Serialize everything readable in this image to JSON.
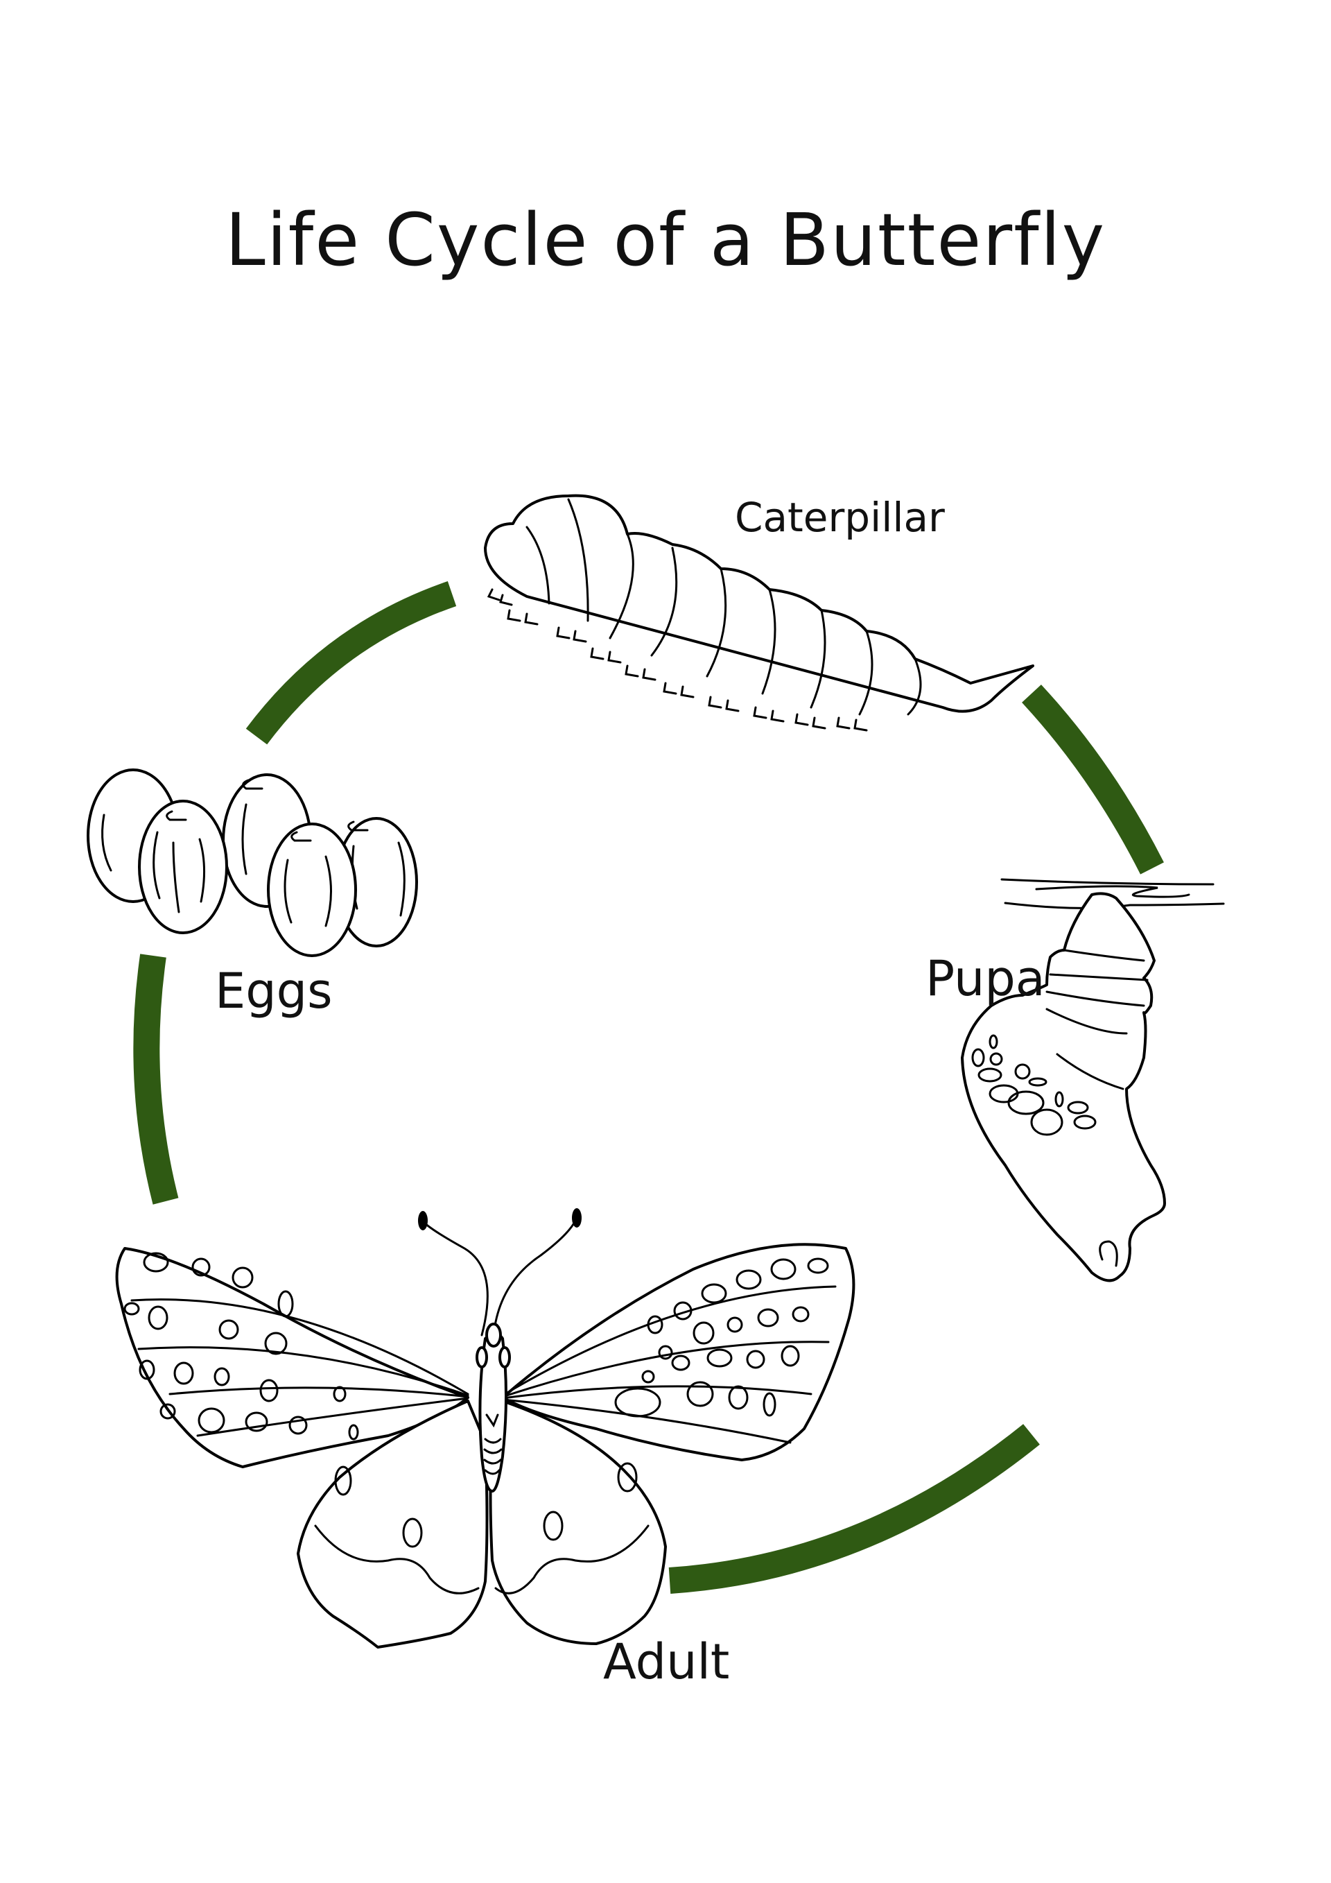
{
  "title": "Life Cycle of a Butterfly",
  "stages": {
    "eggs": {
      "label": "Eggs",
      "icon": "eggs-drawing"
    },
    "caterpillar": {
      "label": "Caterpillar",
      "icon": "caterpillar-drawing"
    },
    "pupa": {
      "label": "Pupa",
      "icon": "chrysalis-drawing"
    },
    "adult": {
      "label": "Adult",
      "icon": "butterfly-drawing"
    }
  },
  "cycle_order": [
    "Eggs",
    "Caterpillar",
    "Pupa",
    "Adult"
  ],
  "colors": {
    "arc": "#2f5a13",
    "ink": "#000000",
    "background": "#ffffff"
  }
}
